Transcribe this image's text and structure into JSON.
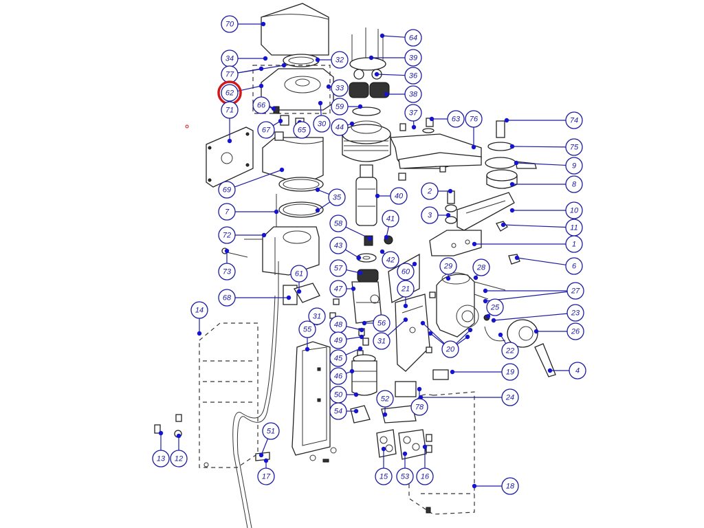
{
  "callouts": [
    {
      "id": "70",
      "label": "70"
    },
    {
      "id": "34",
      "label": "34"
    },
    {
      "id": "32",
      "label": "32"
    },
    {
      "id": "77",
      "label": "77"
    },
    {
      "id": "62",
      "label": "62",
      "highlighted": true
    },
    {
      "id": "33",
      "label": "33"
    },
    {
      "id": "71",
      "label": "71"
    },
    {
      "id": "66",
      "label": "66"
    },
    {
      "id": "67",
      "label": "67"
    },
    {
      "id": "65",
      "label": "65"
    },
    {
      "id": "30",
      "label": "30"
    },
    {
      "id": "59",
      "label": "59"
    },
    {
      "id": "44",
      "label": "44"
    },
    {
      "id": "64",
      "label": "64"
    },
    {
      "id": "39",
      "label": "39"
    },
    {
      "id": "36",
      "label": "36"
    },
    {
      "id": "38",
      "label": "38"
    },
    {
      "id": "37",
      "label": "37"
    },
    {
      "id": "63",
      "label": "63"
    },
    {
      "id": "76",
      "label": "76"
    },
    {
      "id": "74",
      "label": "74"
    },
    {
      "id": "75",
      "label": "75"
    },
    {
      "id": "9",
      "label": "9"
    },
    {
      "id": "8",
      "label": "8"
    },
    {
      "id": "69",
      "label": "69"
    },
    {
      "id": "35",
      "label": "35"
    },
    {
      "id": "40",
      "label": "40"
    },
    {
      "id": "2",
      "label": "2"
    },
    {
      "id": "10",
      "label": "10"
    },
    {
      "id": "3",
      "label": "3"
    },
    {
      "id": "11",
      "label": "11"
    },
    {
      "id": "7",
      "label": "7"
    },
    {
      "id": "58",
      "label": "58"
    },
    {
      "id": "41",
      "label": "41"
    },
    {
      "id": "1",
      "label": "1"
    },
    {
      "id": "72",
      "label": "72"
    },
    {
      "id": "43",
      "label": "43"
    },
    {
      "id": "42",
      "label": "42"
    },
    {
      "id": "6",
      "label": "6"
    },
    {
      "id": "73",
      "label": "73"
    },
    {
      "id": "57",
      "label": "57"
    },
    {
      "id": "60",
      "label": "60"
    },
    {
      "id": "29",
      "label": "29"
    },
    {
      "id": "28",
      "label": "28"
    },
    {
      "id": "61",
      "label": "61"
    },
    {
      "id": "47",
      "label": "47"
    },
    {
      "id": "21",
      "label": "21"
    },
    {
      "id": "27",
      "label": "27"
    },
    {
      "id": "68",
      "label": "68"
    },
    {
      "id": "25",
      "label": "25"
    },
    {
      "id": "14",
      "label": "14"
    },
    {
      "id": "31a",
      "label": "31"
    },
    {
      "id": "23",
      "label": "23"
    },
    {
      "id": "48",
      "label": "48"
    },
    {
      "id": "56",
      "label": "56"
    },
    {
      "id": "55",
      "label": "55"
    },
    {
      "id": "26",
      "label": "26"
    },
    {
      "id": "49",
      "label": "49"
    },
    {
      "id": "31b",
      "label": "31"
    },
    {
      "id": "20",
      "label": "20"
    },
    {
      "id": "22",
      "label": "22"
    },
    {
      "id": "45",
      "label": "45"
    },
    {
      "id": "4",
      "label": "4"
    },
    {
      "id": "19",
      "label": "19"
    },
    {
      "id": "46",
      "label": "46"
    },
    {
      "id": "50",
      "label": "50"
    },
    {
      "id": "24",
      "label": "24"
    },
    {
      "id": "52",
      "label": "52"
    },
    {
      "id": "78",
      "label": "78"
    },
    {
      "id": "54",
      "label": "54"
    },
    {
      "id": "51",
      "label": "51"
    },
    {
      "id": "13",
      "label": "13"
    },
    {
      "id": "12",
      "label": "12"
    },
    {
      "id": "17",
      "label": "17"
    },
    {
      "id": "15",
      "label": "15"
    },
    {
      "id": "53",
      "label": "53"
    },
    {
      "id": "16",
      "label": "16"
    },
    {
      "id": "18",
      "label": "18"
    }
  ],
  "accent_color": "#1a1aa0",
  "dot_color": "#1414d2",
  "highlight_color": "#d01818"
}
